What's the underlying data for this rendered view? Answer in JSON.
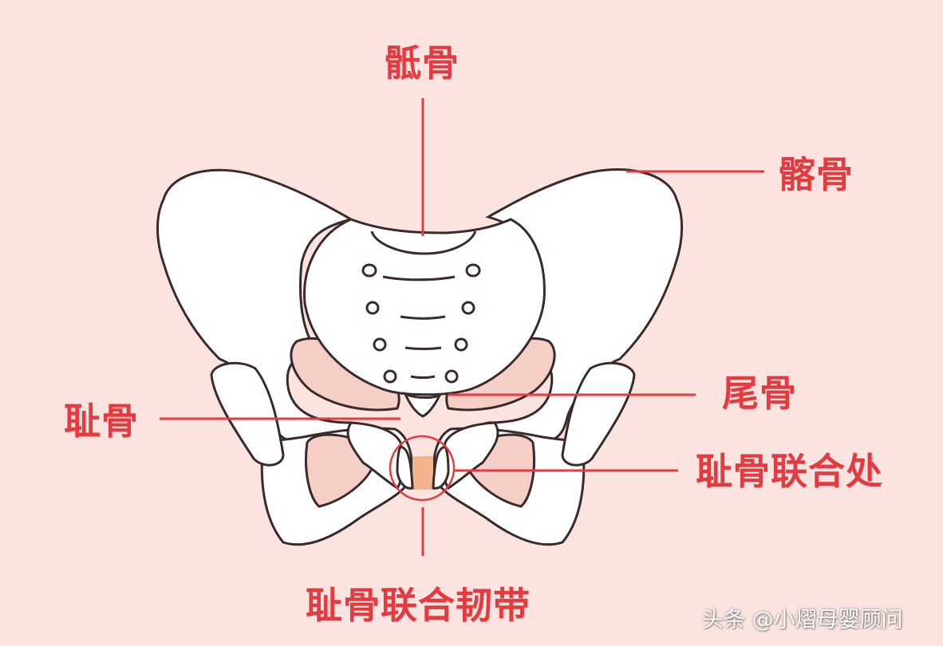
{
  "labels": {
    "sacrum": "骶骨",
    "ilium": "髂骨",
    "coccyx": "尾骨",
    "pubis": "耻骨",
    "pubic_symphysis": "耻骨联合处",
    "symphysis_ligament": "耻骨联合韧带"
  },
  "watermark": "头条 @小熠母婴顾问",
  "colors": {
    "background": "#fbe4e0",
    "label_red": "#e53a3f",
    "bone_fill": "#ffffff",
    "bone_outline": "#3a2a2c",
    "ligament": "#f2b48f",
    "inner_cavity": "#f5cec6"
  }
}
